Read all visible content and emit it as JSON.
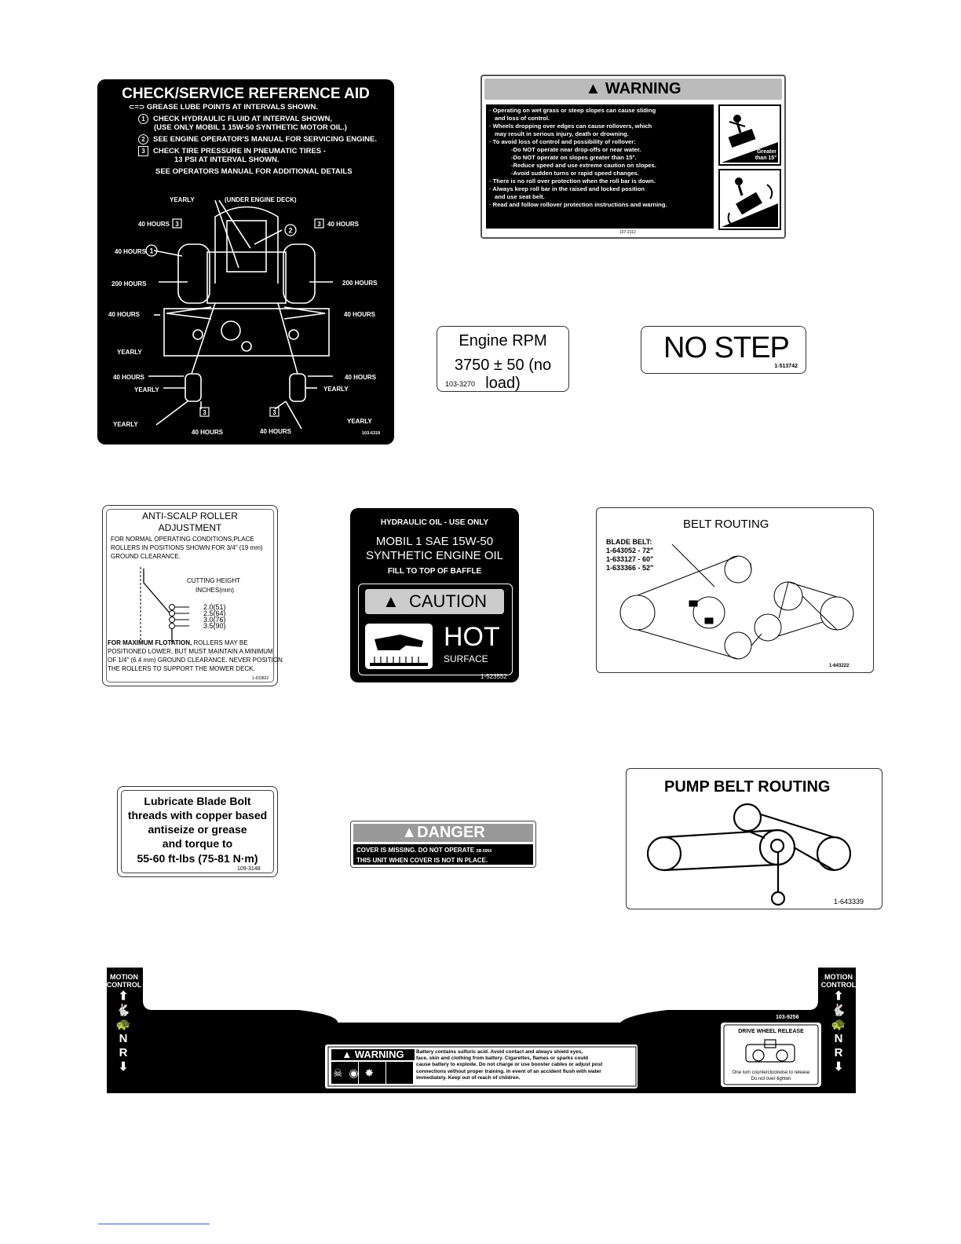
{
  "ref_aid": {
    "title": "CHECK/SERVICE REFERENCE AID",
    "line1": "GREASE LUBE POINTS AT INTERVALS SHOWN.",
    "n1": "1",
    "line2": "CHECK HYDRAULIC FLUID AT INTERVAL SHOWN,",
    "line2b": "(USE ONLY MOBIL 1 15W-50 SYNTHETIC MOTOR OIL.)",
    "n2": "2",
    "line3": "SEE ENGINE OPERATOR'S MANUAL FOR SERVICING ENGINE.",
    "n3": "3",
    "line4": "CHECK TIRE PRESSURE IN PNEUMATIC TIRES -",
    "line4b": "13 PSI AT INTERVAL SHOWN.",
    "line5": "SEE OPERATORS MANUAL FOR ADDITIONAL DETAILS",
    "yearly": "YEARLY",
    "under_deck": "(UNDER ENGINE DECK)",
    "h40": "40 HOURS",
    "h200": "200 HOURS",
    "code": "103-6319"
  },
  "warning": {
    "title": "WARNING",
    "lines": [
      "· Operating on wet grass or steep slopes can cause sliding",
      "  and loss of control.",
      "· Wheels dropping over edges can cause rollovers, which",
      "  may result in serious injury, death or drowning.",
      "· To avoid loss of control and possibility of rollover:",
      "-Do NOT operate near drop-offs or near water.",
      "-Do NOT operate on slopes greater than 15°.",
      "-Reduce speed and use extreme caution on slopes.",
      "-Avoid sudden turns or rapid speed changes.",
      "· There is no roll over protection when the roll bar is down.",
      "· Always keep roll bar in the raised and locked position",
      "  and use seat belt.",
      "· Read and follow rollover protection instructions and warning."
    ],
    "greater": "Greater",
    "than15": "than 15°",
    "code": "107-2112"
  },
  "rpm": {
    "line1": "Engine RPM",
    "line2": "3750 ± 50 (no load)",
    "code": "103-3270"
  },
  "nostep": {
    "text": "NO STEP",
    "code": "1-513742"
  },
  "scalp": {
    "title1": "ANTI-SCALP ROLLER",
    "title2": "ADJUSTMENT",
    "p1": "FOR NORMAL OPERATING CONDITIONS,PLACE",
    "p2": "ROLLERS IN POSITIONS SHOWN FOR 3/4\" (19 mm)",
    "p3": "GROUND CLEARANCE.",
    "cut1": "CUTTING HEIGHT",
    "cut2": "INCHES(mm)",
    "heights": [
      "2.0(51)",
      "2.5(64)",
      "3.0(76)",
      "3.5(90)"
    ],
    "b1": "FOR MAXIMUM FLOTATION,",
    "b1rest": " ROLLERS MAY BE",
    "b2": "POSITIONED LOWER, BUT MUST MAINTAIN A MINIMUM",
    "b3": "OF 1/4\" (6.4 mm) GROUND CLEARANCE. NEVER POSITION",
    "b4": "THE ROLLERS TO SUPPORT THE MOWER DECK.",
    "code": "1-633822"
  },
  "hydraulic": {
    "l1": "HYDRAULIC OIL - USE ONLY",
    "l2": "MOBIL 1 SAE 15W-50",
    "l3": "SYNTHETIC ENGINE OIL",
    "l4": "FILL TO TOP OF BAFFLE",
    "caution": "CAUTION",
    "hot": "HOT",
    "surface": "SURFACE",
    "code": "1-523552"
  },
  "belt": {
    "title": "BELT ROUTING",
    "blade": "BLADE BELT:",
    "p1": "1-643052 - 72\"",
    "p2": "1-633127 - 60\"",
    "p3": "1-633366 - 52\"",
    "code": "1-643222"
  },
  "pump": {
    "title": "PUMP BELT ROUTING",
    "code": "1-643339"
  },
  "lube": {
    "l1": "Lubricate Blade Bolt",
    "l2": "threads with copper based",
    "l3": "antiseize or grease",
    "l4": "and torque to",
    "l5": "55-60 ft-lbs (75-81 N·m)",
    "code": "109-3148"
  },
  "danger": {
    "title": "DANGER",
    "l1": "COVER IS MISSING. DO NOT OPERATE",
    "code": "SB-5954",
    "l2": "THIS UNIT WHEN COVER IS NOT IN PLACE."
  },
  "panel": {
    "motion1": "MOTION",
    "motion2": "CONTROL",
    "n": "N",
    "r": "R",
    "code": "103-9256",
    "warn_title": "WARNING",
    "warn_text": [
      "Battery contains sulfuric acid.  Avoid contact and always shield eyes,",
      "face, skin and clothing from battery.  Cigarettes, flames or sparks could",
      "cause battery to explode.  Do not charge or use booster cables or adjust post",
      "connections without proper training.  In event of an accident flush with water",
      "immediately.  Keep out of reach of children."
    ],
    "release_title": "DRIVE WHEEL RELEASE",
    "release1": "One turn counterclockwise to release",
    "release2": "Do not over-tighten"
  }
}
